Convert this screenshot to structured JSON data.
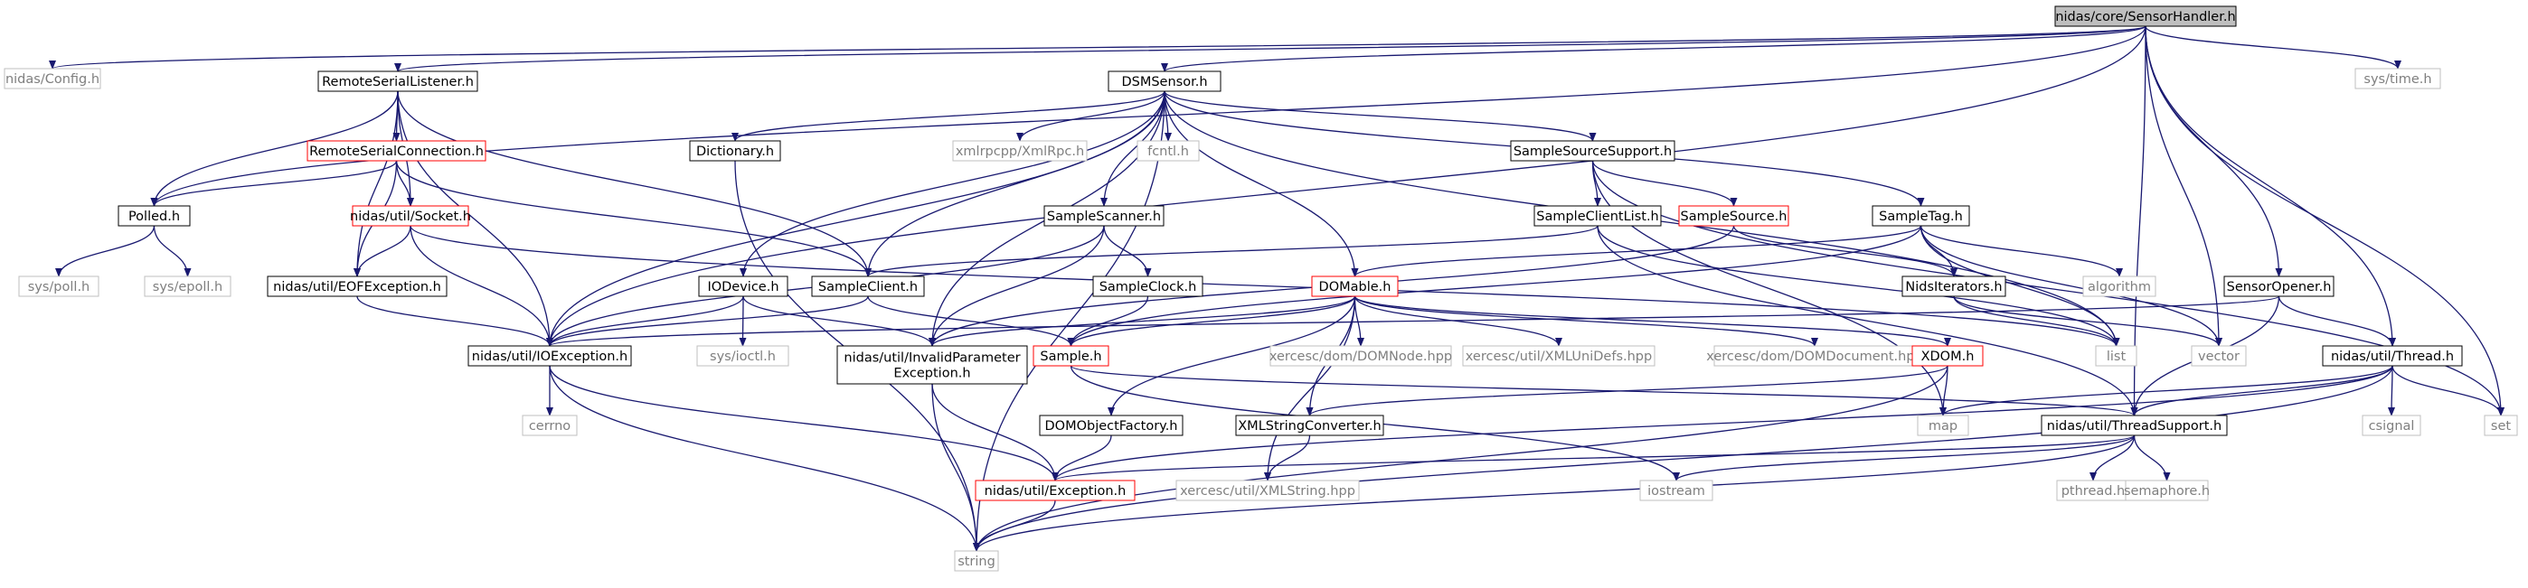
{
  "colors": {
    "edge": "#191970",
    "root_fill": "#bfbfbf",
    "normal_stroke": "#000000",
    "incomplete_stroke": "#ff0000",
    "external_stroke": "#bfbfbf",
    "external_text": "#7f7f7f",
    "text": "#000000"
  },
  "nodes": [
    {
      "id": "root",
      "label": "nidas/core/SensorHandler.h",
      "kind": "root"
    },
    {
      "id": "config",
      "label": "nidas/Config.h",
      "kind": "external"
    },
    {
      "id": "rsl",
      "label": "RemoteSerialListener.h",
      "kind": "normal"
    },
    {
      "id": "dsm",
      "label": "DSMSensor.h",
      "kind": "normal"
    },
    {
      "id": "systime",
      "label": "sys/time.h",
      "kind": "external"
    },
    {
      "id": "rsc",
      "label": "RemoteSerialConnection.h",
      "kind": "incomplete"
    },
    {
      "id": "dict",
      "label": "Dictionary.h",
      "kind": "normal"
    },
    {
      "id": "xmlrpc",
      "label": "xmlrpcpp/XmlRpc.h",
      "kind": "external"
    },
    {
      "id": "fcntl",
      "label": "fcntl.h",
      "kind": "external"
    },
    {
      "id": "sss",
      "label": "SampleSourceSupport.h",
      "kind": "normal"
    },
    {
      "id": "polled",
      "label": "Polled.h",
      "kind": "normal"
    },
    {
      "id": "socket",
      "label": "nidas/util/Socket.h",
      "kind": "incomplete"
    },
    {
      "id": "sscanner",
      "label": "SampleScanner.h",
      "kind": "normal"
    },
    {
      "id": "scl",
      "label": "SampleClientList.h",
      "kind": "normal"
    },
    {
      "id": "ssource",
      "label": "SampleSource.h",
      "kind": "incomplete"
    },
    {
      "id": "stag",
      "label": "SampleTag.h",
      "kind": "normal"
    },
    {
      "id": "syspoll",
      "label": "sys/poll.h",
      "kind": "external"
    },
    {
      "id": "sysepoll",
      "label": "sys/epoll.h",
      "kind": "external"
    },
    {
      "id": "eofex",
      "label": "nidas/util/EOFException.h",
      "kind": "normal"
    },
    {
      "id": "iodev",
      "label": "IODevice.h",
      "kind": "normal"
    },
    {
      "id": "sclient",
      "label": "SampleClient.h",
      "kind": "normal"
    },
    {
      "id": "sclock",
      "label": "SampleClock.h",
      "kind": "normal"
    },
    {
      "id": "domable",
      "label": "DOMable.h",
      "kind": "incomplete"
    },
    {
      "id": "nidsit",
      "label": "NidsIterators.h",
      "kind": "normal"
    },
    {
      "id": "algorithm",
      "label": "algorithm",
      "kind": "external"
    },
    {
      "id": "sopener",
      "label": "SensorOpener.h",
      "kind": "normal"
    },
    {
      "id": "ioex",
      "label": "nidas/util/IOException.h",
      "kind": "normal"
    },
    {
      "id": "sysioctl",
      "label": "sys/ioctl.h",
      "kind": "external"
    },
    {
      "id": "invparam",
      "label": [
        "nidas/util/InvalidParameter",
        "Exception.h"
      ],
      "kind": "normal"
    },
    {
      "id": "sample",
      "label": "Sample.h",
      "kind": "incomplete"
    },
    {
      "id": "domnode",
      "label": "xercesc/dom/DOMNode.hpp",
      "kind": "external"
    },
    {
      "id": "xmlunidefs",
      "label": "xercesc/util/XMLUniDefs.hpp",
      "kind": "external"
    },
    {
      "id": "domdoc",
      "label": "xercesc/dom/DOMDocument.hpp",
      "kind": "external"
    },
    {
      "id": "xdom",
      "label": "XDOM.h",
      "kind": "incomplete"
    },
    {
      "id": "list",
      "label": "list",
      "kind": "external"
    },
    {
      "id": "vector",
      "label": "vector",
      "kind": "external"
    },
    {
      "id": "thread",
      "label": "nidas/util/Thread.h",
      "kind": "normal"
    },
    {
      "id": "cerrno",
      "label": "cerrno",
      "kind": "external"
    },
    {
      "id": "domobjfac",
      "label": "DOMObjectFactory.h",
      "kind": "normal"
    },
    {
      "id": "xmlstrconv",
      "label": "XMLStringConverter.h",
      "kind": "normal"
    },
    {
      "id": "map",
      "label": "map",
      "kind": "external"
    },
    {
      "id": "threadsup",
      "label": "nidas/util/ThreadSupport.h",
      "kind": "normal"
    },
    {
      "id": "csignal",
      "label": "csignal",
      "kind": "external"
    },
    {
      "id": "set",
      "label": "set",
      "kind": "external"
    },
    {
      "id": "exception",
      "label": "nidas/util/Exception.h",
      "kind": "incomplete"
    },
    {
      "id": "xmlstring",
      "label": "xercesc/util/XMLString.hpp",
      "kind": "external"
    },
    {
      "id": "iostream",
      "label": "iostream",
      "kind": "external"
    },
    {
      "id": "pthread",
      "label": "pthread.h",
      "kind": "external"
    },
    {
      "id": "semaphore",
      "label": "semaphore.h",
      "kind": "external"
    },
    {
      "id": "string",
      "label": "string",
      "kind": "external"
    }
  ],
  "edges": [
    [
      "root",
      "config"
    ],
    [
      "root",
      "rsl"
    ],
    [
      "root",
      "dsm"
    ],
    [
      "root",
      "systime"
    ],
    [
      "root",
      "polled"
    ],
    [
      "root",
      "ioex"
    ],
    [
      "root",
      "sopener"
    ],
    [
      "root",
      "thread"
    ],
    [
      "root",
      "threadsup"
    ],
    [
      "root",
      "vector"
    ],
    [
      "root",
      "set"
    ],
    [
      "rsl",
      "rsc"
    ],
    [
      "rsl",
      "polled"
    ],
    [
      "rsl",
      "socket"
    ],
    [
      "rsl",
      "eofex"
    ],
    [
      "rsl",
      "sclient"
    ],
    [
      "rsl",
      "ioex"
    ],
    [
      "rsc",
      "polled"
    ],
    [
      "rsc",
      "socket"
    ],
    [
      "rsc",
      "eofex"
    ],
    [
      "rsc",
      "sclient"
    ],
    [
      "polled",
      "syspoll"
    ],
    [
      "polled",
      "sysepoll"
    ],
    [
      "socket",
      "eofex"
    ],
    [
      "socket",
      "ioex"
    ],
    [
      "socket",
      "list"
    ],
    [
      "eofex",
      "ioex"
    ],
    [
      "dsm",
      "dict"
    ],
    [
      "dsm",
      "xmlrpc"
    ],
    [
      "dsm",
      "fcntl"
    ],
    [
      "dsm",
      "sss"
    ],
    [
      "dsm",
      "sscanner"
    ],
    [
      "dsm",
      "stag"
    ],
    [
      "dsm",
      "iodev"
    ],
    [
      "dsm",
      "sclient"
    ],
    [
      "dsm",
      "domable"
    ],
    [
      "dsm",
      "ioex"
    ],
    [
      "dsm",
      "invparam"
    ],
    [
      "dsm",
      "list"
    ],
    [
      "dsm",
      "string"
    ],
    [
      "dict",
      "string"
    ],
    [
      "sss",
      "scl"
    ],
    [
      "sss",
      "ssource"
    ],
    [
      "sss",
      "set"
    ],
    [
      "sss",
      "map"
    ],
    [
      "scl",
      "sclient"
    ],
    [
      "scl",
      "list"
    ],
    [
      "scl",
      "threadsup"
    ],
    [
      "ssource",
      "nidsit"
    ],
    [
      "ssource",
      "invparam"
    ],
    [
      "stag",
      "domable"
    ],
    [
      "stag",
      "nidsit"
    ],
    [
      "stag",
      "sample"
    ],
    [
      "stag",
      "algorithm"
    ],
    [
      "stag",
      "list"
    ],
    [
      "stag",
      "vector"
    ],
    [
      "nidsit",
      "list"
    ],
    [
      "nidsit",
      "vector"
    ],
    [
      "sscanner",
      "sclock"
    ],
    [
      "sscanner",
      "invparam"
    ],
    [
      "sscanner",
      "ioex"
    ],
    [
      "sclock",
      "sample"
    ],
    [
      "iodev",
      "ioex"
    ],
    [
      "iodev",
      "sysioctl"
    ],
    [
      "iodev",
      "invparam"
    ],
    [
      "sclient",
      "ioex"
    ],
    [
      "sclient",
      "sample"
    ],
    [
      "domable",
      "invparam"
    ],
    [
      "domable",
      "domnode"
    ],
    [
      "domable",
      "xmlunidefs"
    ],
    [
      "domable",
      "domdoc"
    ],
    [
      "domable",
      "xdom"
    ],
    [
      "domable",
      "domobjfac"
    ],
    [
      "domable",
      "xmlstrconv"
    ],
    [
      "domable",
      "xmlstring"
    ],
    [
      "domable",
      "sample"
    ],
    [
      "xdom",
      "map"
    ],
    [
      "xdom",
      "xmlstrconv"
    ],
    [
      "xdom",
      "string"
    ],
    [
      "sopener",
      "thread"
    ],
    [
      "sopener",
      "threadsup"
    ],
    [
      "sopener",
      "ioex"
    ],
    [
      "thread",
      "threadsup"
    ],
    [
      "thread",
      "csignal"
    ],
    [
      "thread",
      "set"
    ],
    [
      "thread",
      "map"
    ],
    [
      "thread",
      "exception"
    ],
    [
      "thread",
      "string"
    ],
    [
      "ioex",
      "exception"
    ],
    [
      "ioex",
      "cerrno"
    ],
    [
      "ioex",
      "string"
    ],
    [
      "invparam",
      "exception"
    ],
    [
      "invparam",
      "string"
    ],
    [
      "sample",
      "threadsup"
    ],
    [
      "sample",
      "iostream"
    ],
    [
      "domobjfac",
      "exception"
    ],
    [
      "xmlstrconv",
      "xmlstring"
    ],
    [
      "threadsup",
      "exception"
    ],
    [
      "threadsup",
      "pthread"
    ],
    [
      "threadsup",
      "semaphore"
    ],
    [
      "threadsup",
      "iostream"
    ],
    [
      "threadsup",
      "string"
    ],
    [
      "exception",
      "string"
    ]
  ]
}
